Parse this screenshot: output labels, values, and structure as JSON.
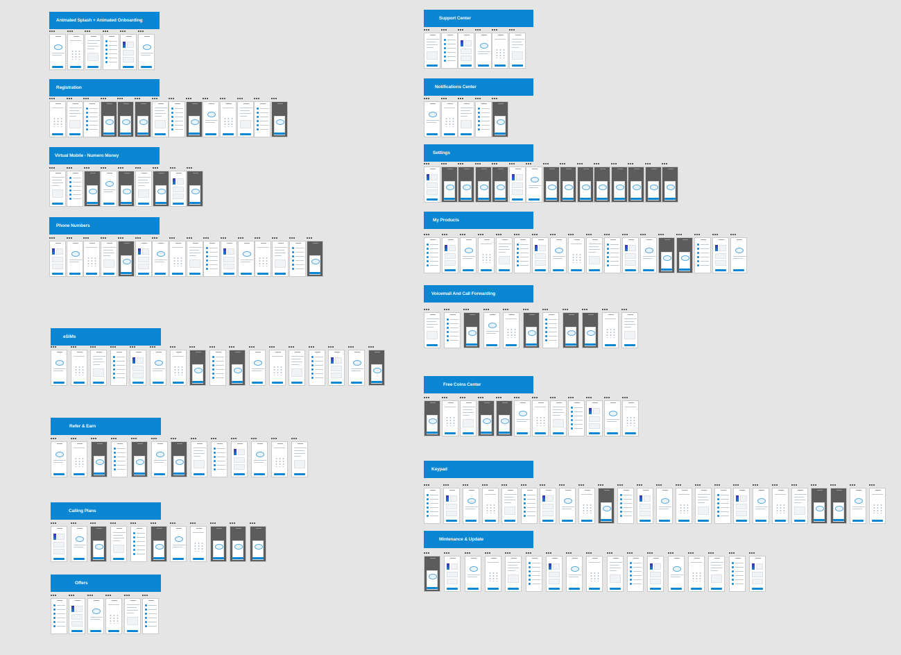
{
  "canvas": {
    "background": "#e5e5e5"
  },
  "colors": {
    "header": "#0b86d3",
    "header_text": "#ffffff",
    "button": "#0b86d3",
    "dark_screen": "#5c5c5c"
  },
  "icons": {
    "frame_menu": "ellipsis-icon"
  },
  "sections": [
    {
      "id": "animated-splash",
      "title": "Animated Splash + Animated Onboarding",
      "screen_count": 6,
      "dark_screens": []
    },
    {
      "id": "registration",
      "title": "Registration",
      "screen_count": 14,
      "dark_screens": [
        3,
        4,
        5,
        8,
        13
      ]
    },
    {
      "id": "virtual-mobile",
      "title": "Virtual Mobile - Numero Money",
      "screen_count": 9,
      "dark_screens": [
        2,
        4,
        6,
        8
      ]
    },
    {
      "id": "phone-numbers",
      "title": "Phone Numbers",
      "screen_count": 16,
      "dark_screens": [
        4,
        15
      ]
    },
    {
      "id": "esims",
      "title": "eSIMs",
      "screen_count": 17,
      "dark_screens": [
        7,
        9,
        16
      ]
    },
    {
      "id": "refer-earn",
      "title": "Refer & Earn",
      "screen_count": 13,
      "dark_screens": [
        2,
        4,
        6
      ]
    },
    {
      "id": "calling-plans",
      "title": "Calling Plans",
      "screen_count": 11,
      "dark_screens": [
        2,
        5,
        8,
        9,
        10
      ]
    },
    {
      "id": "offers",
      "title": "Offers",
      "screen_count": 6,
      "dark_screens": []
    },
    {
      "id": "support-center",
      "title": "Support Center",
      "screen_count": 6,
      "dark_screens": []
    },
    {
      "id": "notifications-center",
      "title": "Notifications Center",
      "screen_count": 5,
      "dark_screens": [
        4
      ]
    },
    {
      "id": "settings",
      "title": "Settings",
      "screen_count": 15,
      "dark_screens": [
        1,
        2,
        3,
        4,
        7,
        8,
        9,
        10,
        11,
        12,
        13,
        14
      ]
    },
    {
      "id": "my-products",
      "title": "My Products",
      "screen_count": 18,
      "dark_screens": [
        13,
        14
      ]
    },
    {
      "id": "voicemail",
      "title": "Voicemail And Call Forwarding",
      "screen_count": 11,
      "dark_screens": [
        2,
        5,
        7,
        8
      ]
    },
    {
      "id": "free-coins",
      "title": "Free Coins Center",
      "screen_count": 12,
      "dark_screens": [
        0,
        3,
        4
      ]
    },
    {
      "id": "keypad",
      "title": "Keypad",
      "screen_count": 25,
      "dark_screens": [
        9,
        20,
        21
      ]
    },
    {
      "id": "maintenance",
      "title": "Mintenance & Update",
      "screen_count": 17,
      "dark_screens": [
        0
      ]
    }
  ]
}
